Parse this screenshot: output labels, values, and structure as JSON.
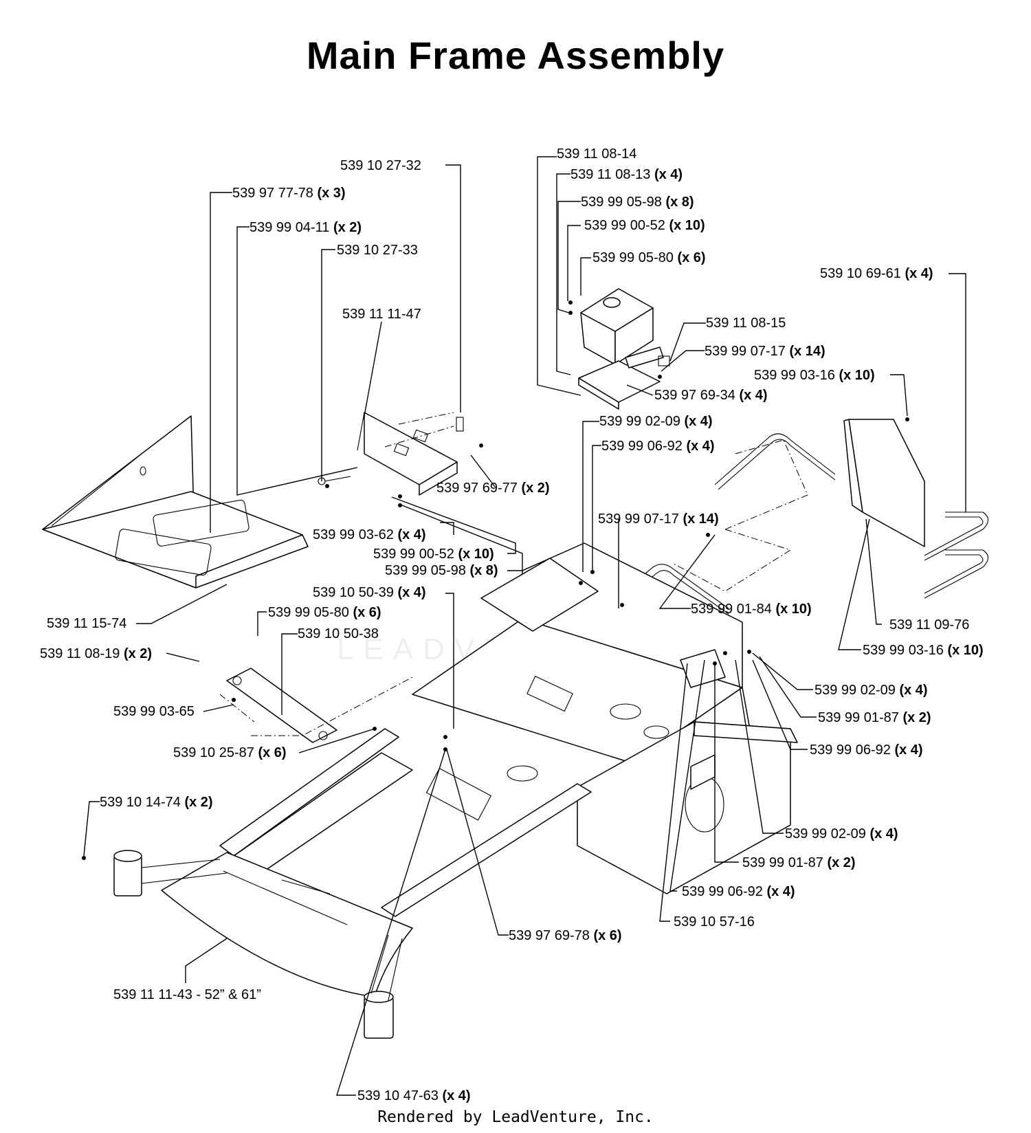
{
  "title": "Main Frame Assembly",
  "footer": "Rendered by LeadVenture, Inc.",
  "watermark": "LEADVENTURE",
  "labels": [
    {
      "id": "p1",
      "part": "539 10 27-32",
      "qty": ""
    },
    {
      "id": "p2",
      "part": "539 97 77-78",
      "qty": "(x 3)"
    },
    {
      "id": "p3",
      "part": "539 99 04-11",
      "qty": "(x 2)"
    },
    {
      "id": "p4",
      "part": "539 10 27-33",
      "qty": ""
    },
    {
      "id": "p5",
      "part": "539 11 11-47",
      "qty": ""
    },
    {
      "id": "p6",
      "part": "539 11 08-14",
      "qty": ""
    },
    {
      "id": "p7",
      "part": "539 11 08-13",
      "qty": "(x 4)"
    },
    {
      "id": "p8",
      "part": "539 99 05-98",
      "qty": "(x 8)"
    },
    {
      "id": "p9",
      "part": "539 99 00-52",
      "qty": "(x 10)"
    },
    {
      "id": "p10",
      "part": "539 99 05-80",
      "qty": "(x 6)"
    },
    {
      "id": "p11",
      "part": "539 10 69-61",
      "qty": "(x 4)"
    },
    {
      "id": "p12",
      "part": "539 11 08-15",
      "qty": ""
    },
    {
      "id": "p13",
      "part": "539 99 07-17",
      "qty": "(x 14)"
    },
    {
      "id": "p14",
      "part": "539 99 03-16",
      "qty": "(x 10)"
    },
    {
      "id": "p15",
      "part": "539 97 69-34",
      "qty": "(x 4)"
    },
    {
      "id": "p16",
      "part": "539 99 02-09",
      "qty": "(x 4)"
    },
    {
      "id": "p17",
      "part": "539 99 06-92",
      "qty": "(x 4)"
    },
    {
      "id": "p18",
      "part": "539 97 69-77",
      "qty": "(x 2)"
    },
    {
      "id": "p19",
      "part": "539 99 07-17",
      "qty": "(x 14)"
    },
    {
      "id": "p20",
      "part": "539 99 03-62",
      "qty": "(x 4)"
    },
    {
      "id": "p21",
      "part": "539 99 00-52",
      "qty": "(x 10)"
    },
    {
      "id": "p22",
      "part": "539 99 05-98",
      "qty": "(x 8)"
    },
    {
      "id": "p23",
      "part": "539 10 50-39",
      "qty": "(x 4)"
    },
    {
      "id": "p24",
      "part": "539 99 01-84",
      "qty": "(x 10)"
    },
    {
      "id": "p25",
      "part": "539 99 05-80",
      "qty": "(x 6)"
    },
    {
      "id": "p26",
      "part": "539 11 15-74",
      "qty": ""
    },
    {
      "id": "p27",
      "part": "539 11 09-76",
      "qty": ""
    },
    {
      "id": "p28",
      "part": "539 10 50-38",
      "qty": ""
    },
    {
      "id": "p29",
      "part": "539 11 08-19",
      "qty": "(x 2)"
    },
    {
      "id": "p30",
      "part": "539 99 03-16",
      "qty": "(x 10)"
    },
    {
      "id": "p31",
      "part": "539 99 02-09",
      "qty": "(x 4)"
    },
    {
      "id": "p32",
      "part": "539 99 03-65",
      "qty": ""
    },
    {
      "id": "p33",
      "part": "539 99 01-87",
      "qty": "(x 2)"
    },
    {
      "id": "p34",
      "part": "539 10 25-87",
      "qty": "(x 6)"
    },
    {
      "id": "p35",
      "part": "539 99 06-92",
      "qty": "(x 4)"
    },
    {
      "id": "p36",
      "part": "539 10 14-74",
      "qty": "(x 2)"
    },
    {
      "id": "p37",
      "part": "539 99 02-09",
      "qty": "(x 4)"
    },
    {
      "id": "p38",
      "part": "539 99 01-87",
      "qty": "(x 2)"
    },
    {
      "id": "p39",
      "part": "539 99 06-92",
      "qty": "(x 4)"
    },
    {
      "id": "p40",
      "part": "539 10 57-16",
      "qty": ""
    },
    {
      "id": "p41",
      "part": "539 97 69-78",
      "qty": "(x 6)"
    },
    {
      "id": "p42",
      "part": "539 11 11-43 - 52” & 61”",
      "qty": ""
    },
    {
      "id": "p43",
      "part": "539 10 47-63",
      "qty": "(x 4)"
    }
  ]
}
